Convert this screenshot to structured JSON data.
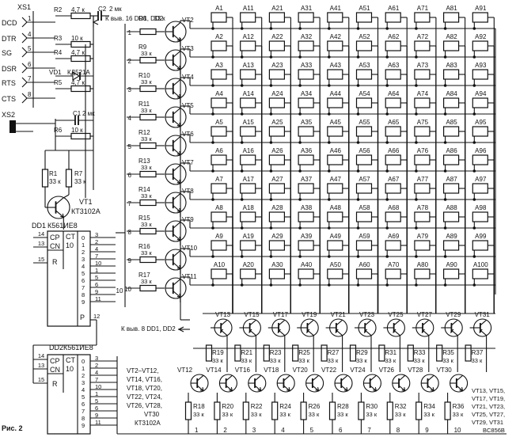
{
  "figure_caption": "Рис. 2",
  "connectors": {
    "xs1": {
      "name": "XS1",
      "pins": [
        {
          "label": "DCD",
          "num": "1"
        },
        {
          "label": "DTR",
          "num": "4"
        },
        {
          "label": "SG",
          "num": "5"
        },
        {
          "label": "DSR",
          "num": "6"
        },
        {
          "label": "RTS",
          "num": "7"
        },
        {
          "label": "CTS",
          "num": "8"
        }
      ]
    },
    "xs2": {
      "name": "XS2"
    }
  },
  "resistors_top": [
    {
      "name": "R2",
      "value": "4,7 к"
    },
    {
      "name": "R3",
      "value": "10 к"
    },
    {
      "name": "R4",
      "value": "4,7 к"
    },
    {
      "name": "R5",
      "value": "4,7 к"
    },
    {
      "name": "R6",
      "value": "10 к"
    }
  ],
  "capacitors": [
    {
      "name": "C2",
      "value": "2 мк",
      "note": "К выв. 16 DD1, DD2"
    },
    {
      "name": "C1",
      "value": "2 мк"
    }
  ],
  "diode": {
    "name": "VD1",
    "part": "КД521А"
  },
  "r1": {
    "name": "R1",
    "value": "33 к"
  },
  "r7": {
    "name": "R7",
    "value": "33 к"
  },
  "vt1": {
    "name": "VT1",
    "part": "КТ3102А"
  },
  "dd1": {
    "name": "DD1",
    "part": "К561ИЕ8",
    "cp": "CP",
    "cn": "CN",
    "r": "R",
    "ct": "CT",
    "ten": "10",
    "p": "P",
    "outputs": [
      "0",
      "1",
      "2",
      "3",
      "4",
      "5",
      "6",
      "7",
      "8",
      "9"
    ],
    "left_pins": [
      "14",
      "13",
      "15"
    ],
    "right_pins": [
      "3",
      "2",
      "4",
      "7",
      "10",
      "1",
      "5",
      "6",
      "9",
      "11"
    ],
    "p_pin": "12"
  },
  "dd2": {
    "name": "DD2",
    "part": "К561ИЕ8",
    "cp": "CP",
    "cn": "CN",
    "r": "R",
    "ct": "CT",
    "ten": "10",
    "outputs": [
      "0",
      "1",
      "2",
      "3",
      "4",
      "5",
      "6",
      "7",
      "8",
      "9"
    ],
    "left_pins": [
      "14",
      "13",
      "15"
    ],
    "right_pins": [
      "3",
      "2",
      "4",
      "7",
      "10",
      "1",
      "5",
      "6",
      "9",
      "11"
    ]
  },
  "bus_label": "10",
  "row_drivers": [
    {
      "r": "R8",
      "rv": "33 к",
      "vt": "VT2",
      "row": "1"
    },
    {
      "r": "R9",
      "rv": "33 к",
      "vt": "VT3",
      "row": "2"
    },
    {
      "r": "R10",
      "rv": "33 к",
      "vt": "VT4",
      "row": "3"
    },
    {
      "r": "R11",
      "rv": "33 к",
      "vt": "VT5",
      "row": "4"
    },
    {
      "r": "R12",
      "rv": "33 к",
      "vt": "VT6",
      "row": "5"
    },
    {
      "r": "R13",
      "rv": "33 к",
      "vt": "VT7",
      "row": "6"
    },
    {
      "r": "R14",
      "rv": "33 к",
      "vt": "VT8",
      "row": "7"
    },
    {
      "r": "R15",
      "rv": "33 к",
      "vt": "VT9",
      "row": "8"
    },
    {
      "r": "R16",
      "rv": "33 к",
      "vt": "VT10",
      "row": "9"
    },
    {
      "r": "R17",
      "rv": "33 к",
      "vt": "VT11",
      "row": "10"
    }
  ],
  "matrix_labels": [
    [
      "A1",
      "A11",
      "A21",
      "A31",
      "A41",
      "A51",
      "A61",
      "A71",
      "A81",
      "A91"
    ],
    [
      "A2",
      "A12",
      "A22",
      "A32",
      "A42",
      "A52",
      "A62",
      "A72",
      "A82",
      "A92"
    ],
    [
      "A3",
      "A13",
      "A23",
      "A33",
      "A43",
      "A53",
      "A63",
      "A73",
      "A83",
      "A93"
    ],
    [
      "A4",
      "A14",
      "A24",
      "A34",
      "A44",
      "A54",
      "A64",
      "A74",
      "A84",
      "A94"
    ],
    [
      "A5",
      "A15",
      "A25",
      "A35",
      "A45",
      "A55",
      "A65",
      "A75",
      "A85",
      "A95"
    ],
    [
      "A6",
      "A16",
      "A26",
      "A36",
      "A46",
      "A56",
      "A66",
      "A76",
      "A86",
      "A96"
    ],
    [
      "A7",
      "A17",
      "A27",
      "A37",
      "A47",
      "A57",
      "A67",
      "A77",
      "A87",
      "A97"
    ],
    [
      "A8",
      "A18",
      "A28",
      "A38",
      "A48",
      "A58",
      "A68",
      "A78",
      "A88",
      "A98"
    ],
    [
      "A9",
      "A19",
      "A29",
      "A39",
      "A49",
      "A59",
      "A69",
      "A79",
      "A89",
      "A99"
    ],
    [
      "A10",
      "A20",
      "A30",
      "A40",
      "A50",
      "A60",
      "A70",
      "A80",
      "A90",
      "A100"
    ]
  ],
  "pin8_note": "К выв. 8 DD1, DD2",
  "col_upper": [
    {
      "vt": "VT13",
      "r": "R19",
      "rv": "33 к"
    },
    {
      "vt": "VT15",
      "r": "R21",
      "rv": "33 к"
    },
    {
      "vt": "VT17",
      "r": "R23",
      "rv": "33 к"
    },
    {
      "vt": "VT19",
      "r": "R25",
      "rv": "33 к"
    },
    {
      "vt": "VT21",
      "r": "R27",
      "rv": "33 к"
    },
    {
      "vt": "VT23",
      "r": "R29",
      "rv": "33 к"
    },
    {
      "vt": "VT25",
      "r": "R31",
      "rv": "33 к"
    },
    {
      "vt": "VT27",
      "r": "R33",
      "rv": "33 к"
    },
    {
      "vt": "VT29",
      "r": "R35",
      "rv": "33 к"
    },
    {
      "vt": "VT31",
      "r": "R37",
      "rv": "33 к"
    }
  ],
  "col_lower": [
    {
      "vt": "VT12",
      "r": "R18",
      "rv": "33 к",
      "num": "1"
    },
    {
      "vt": "VT14",
      "r": "R20",
      "rv": "33 к",
      "num": "2"
    },
    {
      "vt": "VT16",
      "r": "R22",
      "rv": "33 к",
      "num": "3"
    },
    {
      "vt": "VT18",
      "r": "R24",
      "rv": "33 к",
      "num": "4"
    },
    {
      "vt": "VT20",
      "r": "R26",
      "rv": "33 к",
      "num": "5"
    },
    {
      "vt": "VT22",
      "r": "R28",
      "rv": "33 к",
      "num": "6"
    },
    {
      "vt": "VT24",
      "r": "R30",
      "rv": "33 к",
      "num": "7"
    },
    {
      "vt": "VT26",
      "r": "R32",
      "rv": "33 к",
      "num": "8"
    },
    {
      "vt": "VT28",
      "r": "R34",
      "rv": "33 к",
      "num": "9"
    },
    {
      "vt": "VT30",
      "r": "R36",
      "rv": "33 к",
      "num": "10"
    }
  ],
  "npn_note": [
    "VT2–VT12,",
    "VT14, VT16,",
    "VT18, VT20,",
    "VT22, VT24,",
    "VT26, VT28,",
    "VT30",
    "КТ3102А"
  ],
  "pnp_note": [
    "VT13, VT15,",
    "VT17, VT19,",
    "VT21, VT23,",
    "VT25, VT27,",
    "VT29, VT31",
    "BC856B"
  ]
}
